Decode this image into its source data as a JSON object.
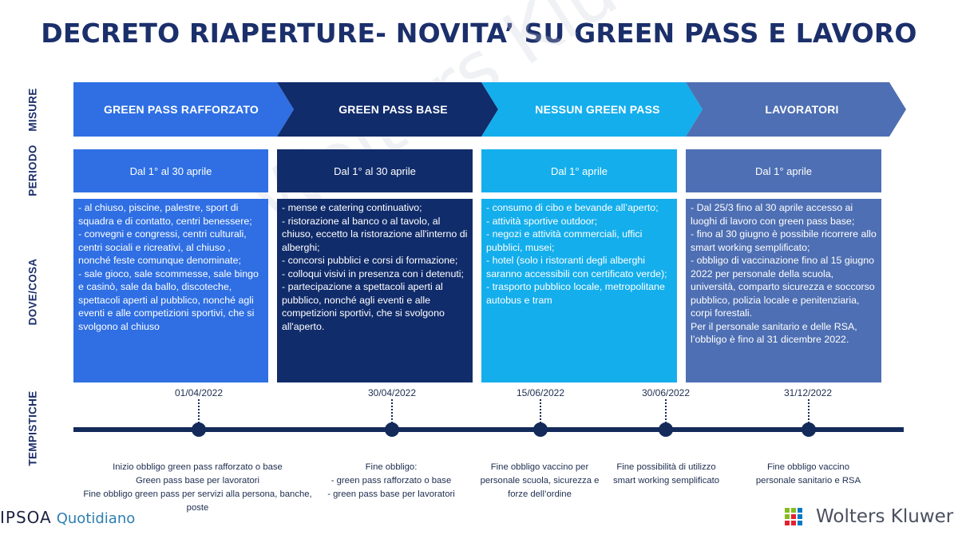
{
  "title": "DECRETO RIAPERTURE- NOVITA’ SU GREEN PASS E LAVORO",
  "watermark": "(c) Wolters Kluwer",
  "row_labels": {
    "misure": "MISURE",
    "periodo": "PERIODO",
    "dove": "DOVE/COSA",
    "tempistiche": "TEMPISTICHE"
  },
  "colors": {
    "c1": "#2f6fe3",
    "c2": "#112c6b",
    "c3": "#14aeec",
    "c4": "#4e6fb3",
    "title": "#1b2f6b"
  },
  "columns": [
    {
      "heading": "GREEN PASS RAFFORZATO",
      "period": "Dal 1° al 30 aprile",
      "lines": [
        "- al chiuso, piscine, palestre, sport di squadra e di contatto, centri benessere;",
        "- convegni e congressi, centri culturali, centri sociali e ricreativi, al chiuso , nonché  feste comunque denominate;",
        "- sale gioco, sale scommesse, sale bingo e casinò, sale da ballo, discoteche,  spettacoli aperti al pubblico, nonché agli eventi e alle competizioni sportivi, che si svolgono al chiuso"
      ]
    },
    {
      "heading": "GREEN PASS BASE",
      "period": "Dal 1° al 30 aprile",
      "lines": [
        "- mense e catering continuativo;",
        "- ristorazione al banco o al tavolo, al chiuso, eccetto la ristorazione all'interno di alberghi;",
        "- concorsi pubblici e corsi di formazione;",
        "- colloqui visivi in presenza con i detenuti;",
        "- partecipazione a spettacoli aperti al pubblico, nonché agli eventi e alle competizioni sportivi, che si svolgono all'aperto."
      ]
    },
    {
      "heading": "NESSUN GREEN PASS",
      "period": "Dal 1° aprile",
      "lines": [
        "- consumo di cibo e bevande all’aperto;",
        "- attività sportive outdoor;",
        "- negozi e attività commerciali, uffici pubblici, musei;",
        "- hotel (solo i ristoranti degli alberghi saranno accessibili con certificato verde);",
        "- trasporto pubblico locale, metropolitane autobus e tram"
      ]
    },
    {
      "heading": "LAVORATORI",
      "period": "Dal 1° aprile",
      "lines": [
        "- Dal 25/3 fino al 30 aprile accesso ai luoghi di lavoro con green pass base;",
        "- fino al 30 giugno è possibile ricorrere allo smart working semplificato;",
        "- obbligo di vaccinazione fino al 15 giugno 2022 per personale della scuola, università, comparto sicurezza e soccorso pubblico,  polizia locale e penitenziaria, corpi forestali.",
        "Per il personale sanitario e delle RSA, l’obbligo è fino al 31 dicembre 2022."
      ]
    }
  ],
  "timeline": [
    {
      "date": "01/04/2022",
      "events": [
        "Inizio obbligo green pass rafforzato o base",
        "Green pass base per lavoratori",
        "Fine obbligo green pass per servizi alla persona, banche, poste"
      ]
    },
    {
      "date": "30/04/2022",
      "events": [
        "Fine obbligo:",
        "- green pass rafforzato o base",
        "- green pass  base per lavoratori"
      ]
    },
    {
      "date": "15/06/2022",
      "events": [
        "Fine obbligo vaccino per personale scuola, sicurezza e forze dell’ordine"
      ]
    },
    {
      "date": "30/06/2022",
      "events": [
        "Fine possibilità di utilizzo smart working semplificato"
      ]
    },
    {
      "date": "31/12/2022",
      "events": [
        "Fine obbligo vaccino personale sanitario e RSA"
      ]
    }
  ],
  "footer": {
    "ipsoa": "IPSOA",
    "quotidiano": "Quotidiano",
    "wk": "Wolters Kluwer"
  }
}
